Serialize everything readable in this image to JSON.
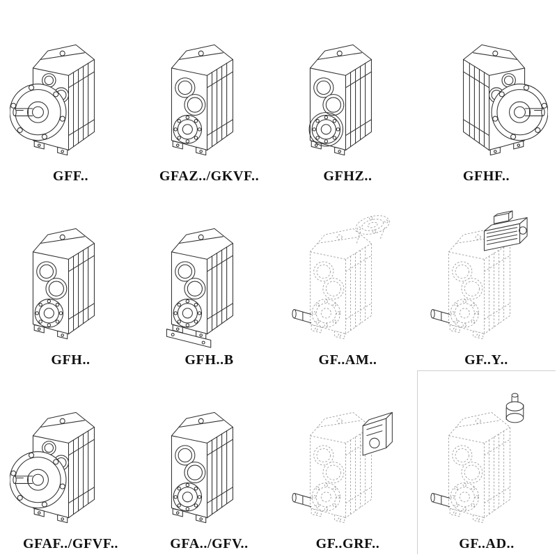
{
  "page": {
    "background": "#ffffff",
    "solid_line_color": "#2f2f2f",
    "dashed_line_color": "#9b9b9b",
    "label_color": "#101010"
  },
  "grid": {
    "rows": 3,
    "columns": 4,
    "items": [
      {
        "label": "GFF..",
        "drawing": "helical-gearbox-output-flange",
        "line_style": "solid"
      },
      {
        "label": "GFAZ../GKVF..",
        "drawing": "helical-gearbox-hollow-shaft",
        "line_style": "solid"
      },
      {
        "label": "GFHZ..",
        "drawing": "helical-gearbox-hollow-shaft-shrink-disc",
        "line_style": "solid"
      },
      {
        "label": "GFHF..",
        "drawing": "helical-gearbox-flange-mirrored",
        "line_style": "solid"
      },
      {
        "label": "GFH..",
        "drawing": "helical-gearbox-foot-mounted",
        "line_style": "solid"
      },
      {
        "label": "GFH..B",
        "drawing": "helical-gearbox-foot-mounted-base-plate",
        "line_style": "solid"
      },
      {
        "label": "GF..AM..",
        "drawing": "helical-gearbox-motor-adapter-flange",
        "line_style": "dashed"
      },
      {
        "label": "GF..Y..",
        "drawing": "helical-gearbox-with-motor",
        "line_style": "dashed"
      },
      {
        "label": "GFAF../GFVF..",
        "drawing": "helical-gearbox-output-flange",
        "line_style": "solid"
      },
      {
        "label": "GFA../GFV..",
        "drawing": "helical-gearbox-shaft-mounted",
        "line_style": "solid"
      },
      {
        "label": "GF..GRF..",
        "drawing": "helical-gearbox-input-housing",
        "line_style": "dashed"
      },
      {
        "label": "GF..AD..",
        "drawing": "helical-gearbox-input-shaft-adapter",
        "line_style": "dashed"
      }
    ]
  }
}
